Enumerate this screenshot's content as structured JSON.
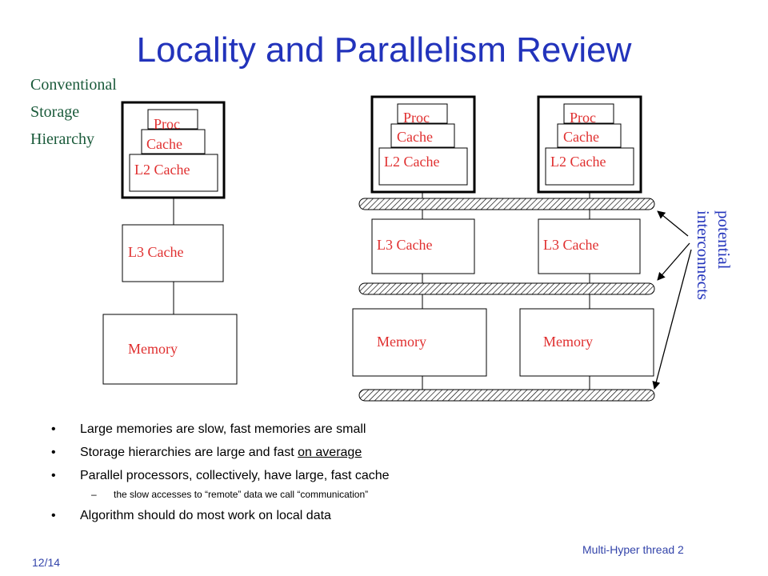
{
  "slide": {
    "title": "Locality and Parallelism Review",
    "footer_left": "12/14",
    "footer_right": "Multi-Hyper thread 2"
  },
  "diagram": {
    "conventional_label": [
      "Conventional",
      "Storage",
      "Hierarchy"
    ],
    "proc": "Proc",
    "cache": "Cache",
    "l2": "L2 Cache",
    "l3": "L3 Cache",
    "memory": "Memory",
    "interconnect_label": [
      "potential",
      "interconnects"
    ]
  },
  "bullets": [
    {
      "text": "Large memories are slow, fast memories are small"
    },
    {
      "text_prefix": "Storage hierarchies are large and fast ",
      "text_underlined": "on average"
    },
    {
      "text": "Parallel processors, collectively, have large, fast cache"
    },
    {
      "text": "the slow accesses to “remote” data we call “communication”",
      "level": 2
    },
    {
      "text": "Algorithm should do most work on local data"
    }
  ],
  "colors": {
    "title": "#2233bb",
    "component_text": "#e03030",
    "label_blue": "#2233bb",
    "label_green": "#1a5a3a"
  }
}
